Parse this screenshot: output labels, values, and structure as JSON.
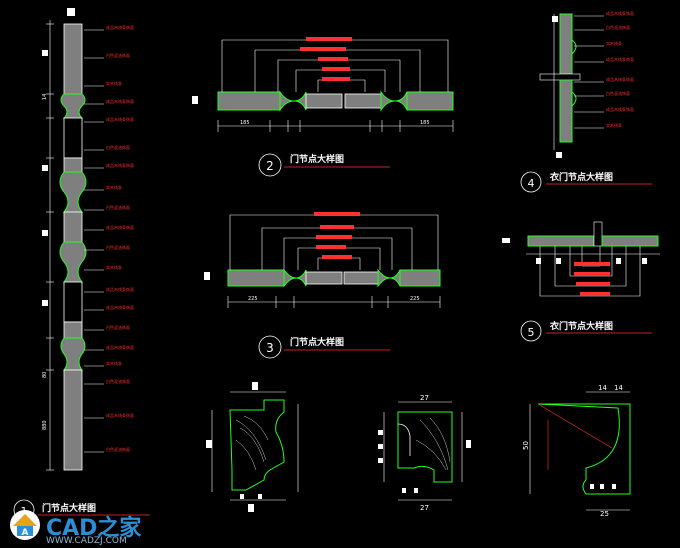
{
  "drawing": {
    "colors": {
      "background": "#000000",
      "outline": "#ffffff",
      "wood_fill": "#7f7f7f",
      "profile": "#22ff22",
      "leader": "#ff3030",
      "label": "#ff3030",
      "dimension": "#ffffff",
      "title": "#ffffff",
      "title_underline": "#ff3030",
      "grain": "#ffffff"
    },
    "details": [
      {
        "number": "1",
        "title": "门节点大样图"
      },
      {
        "number": "2",
        "title": "门节点大样图"
      },
      {
        "number": "3",
        "title": "门节点大样图"
      },
      {
        "number": "4",
        "title": "衣门节点大样图"
      },
      {
        "number": "5",
        "title": "衣门节点大样图"
      }
    ],
    "leader_labels": [
      "成品木线条饰面",
      "白色混油饰面",
      "实木线条",
      "成品木线条饰面",
      "成品木线条饰面",
      "白色混油饰面",
      "成品木线条饰面",
      "实木线条",
      "白色混油饰面"
    ],
    "dims": {
      "d2_left": "185",
      "d2_right": "185",
      "d3_left": "225",
      "d3_right": "225",
      "section_a_top": "27",
      "section_a_bottom": "27",
      "section_b_top_1": "14",
      "section_b_top_2": "14",
      "section_b_height": "50",
      "section_b_bottom": "25",
      "tall_1": "880",
      "tall_2": "80",
      "tall_3": "14"
    }
  },
  "watermark": {
    "brand": "CAD之家",
    "url": "WWW.CADZJ.COM",
    "icon": "cad-house-logo-icon"
  }
}
